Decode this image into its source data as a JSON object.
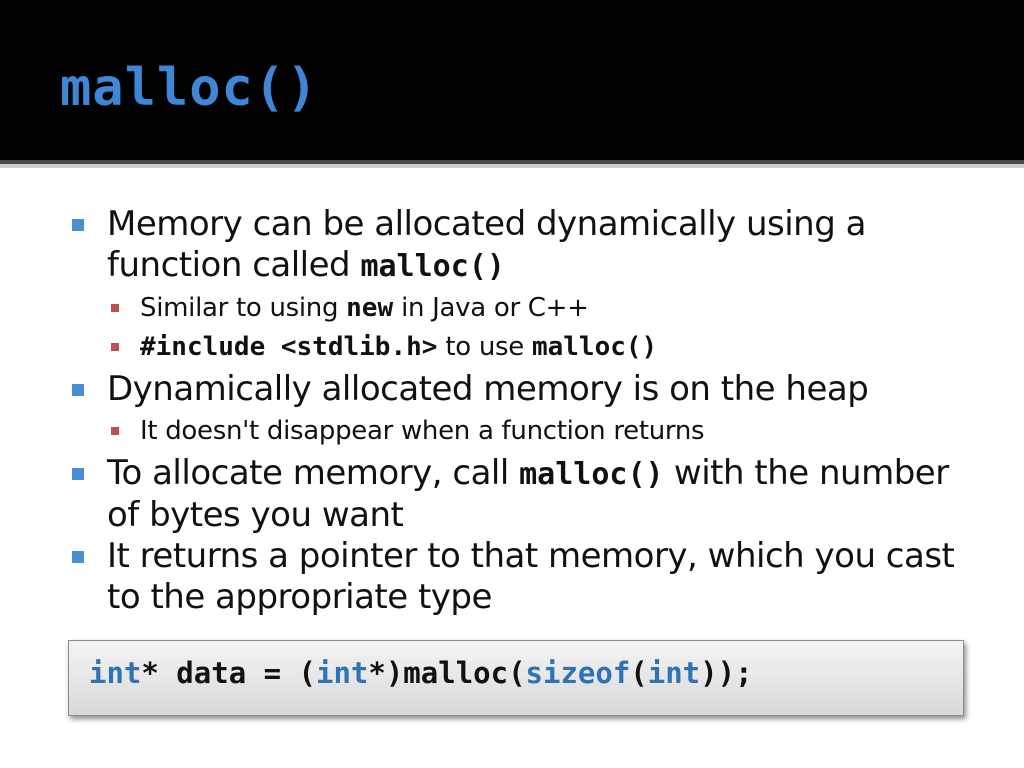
{
  "slide": {
    "title": "malloc()",
    "colors": {
      "title_text": "#3f86d6",
      "title_background": "#000000",
      "bullet_marker": "#4a8fd4",
      "sub_bullet_marker": "#c0504d",
      "code_keyword": "#2e74b5"
    }
  },
  "bullets": {
    "b1": {
      "text_a": "Memory can be allocated dynamically using a function called ",
      "code_a": "malloc()",
      "sub1": {
        "text_a": "Similar to using ",
        "code_a": "new",
        "text_b": " in Java or C++"
      },
      "sub2": {
        "code_a": "#include <stdlib.h>",
        "text_a": " to use ",
        "code_b": "malloc()"
      }
    },
    "b2": {
      "text_a": "Dynamically allocated memory is on the heap",
      "sub1": {
        "text_a": "It doesn't disappear when a function returns"
      }
    },
    "b3": {
      "text_a": "To allocate memory, call ",
      "code_a": "malloc()",
      "text_b": " with the number of bytes you want"
    },
    "b4": {
      "text_a": "It returns a pointer to that memory, which you cast to the appropriate type"
    }
  },
  "code_example": {
    "t1": "int",
    "t2": "* data = (",
    "t3": "int",
    "t4": "*)malloc(",
    "t5": "sizeof",
    "t6": "(",
    "t7": "int",
    "t8": "));"
  }
}
